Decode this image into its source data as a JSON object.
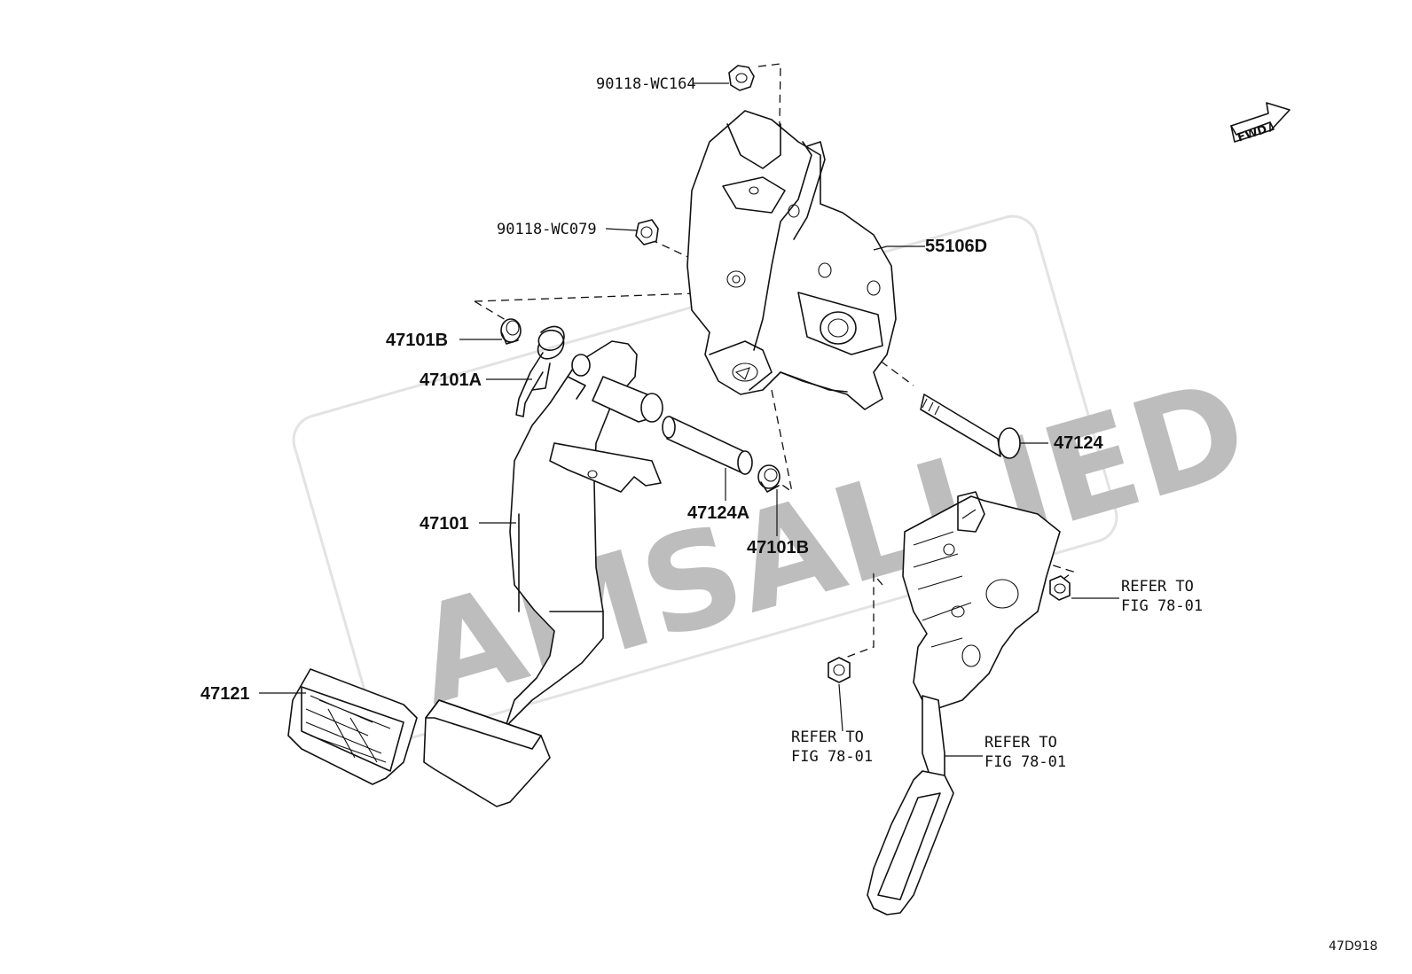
{
  "callouts": {
    "nut_upper": "90118-WC164",
    "nut_mid": "90118-WC079",
    "bracket": "55106D",
    "bush_left": "47101B",
    "spring": "47101A",
    "bolt": "47124",
    "pedal_arm": "47101",
    "collar": "47124A",
    "bush_right": "47101B",
    "pedal_pad": "47121"
  },
  "references": {
    "nut_right": [
      "REFER TO",
      "FIG 78-01"
    ],
    "nut_lower": [
      "REFER TO",
      "FIG 78-01"
    ],
    "accel_pedal": [
      "REFER TO",
      "FIG 78-01"
    ]
  },
  "direction_label": "FWD",
  "watermark": "AMSALLIED",
  "figure_number": "47D918"
}
